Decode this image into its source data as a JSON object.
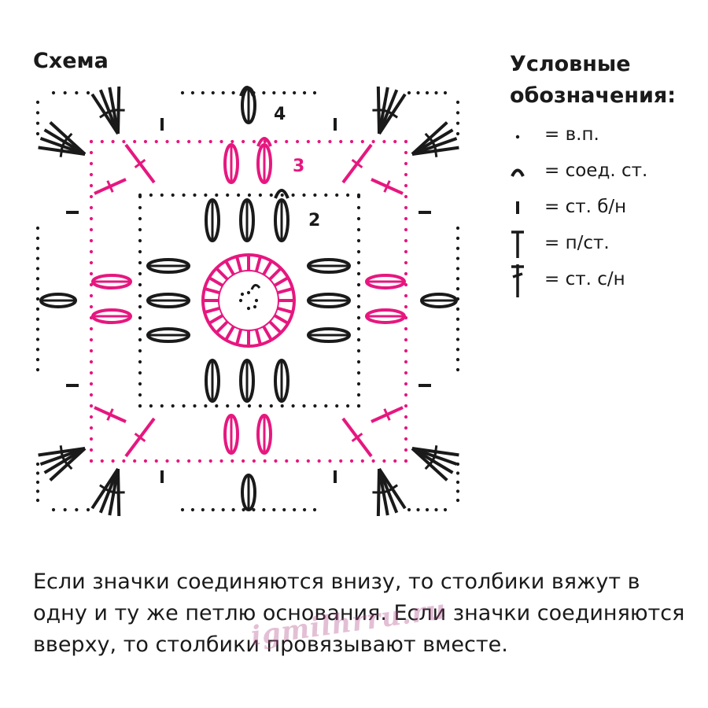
{
  "heading": "Схема",
  "legend": {
    "title_line1": "Условные",
    "title_line2": "обозначения:",
    "items": [
      {
        "symbol": "chain-dot-icon",
        "text": "= в.п."
      },
      {
        "symbol": "slip-stitch-arc-icon",
        "text": "= соед. ст."
      },
      {
        "symbol": "single-crochet-tick-icon",
        "text": "= ст. б/н"
      },
      {
        "symbol": "half-double-crochet-icon",
        "text": "= п/ст."
      },
      {
        "symbol": "double-crochet-icon",
        "text": "= ст. с/н"
      }
    ]
  },
  "round_labels": {
    "r2": "2",
    "r3": "3",
    "r4": "4"
  },
  "colors": {
    "dark": "#1a1a1a",
    "pink": "#e6177f",
    "watermark": "#b24a8a"
  },
  "note": "Если значки соединяются внизу, то столбики вяжут в одну и ту же петлю основания. Если значки соединяются вверху, то столбики провязывают вместе.",
  "watermark": "igmilhrru.ru"
}
